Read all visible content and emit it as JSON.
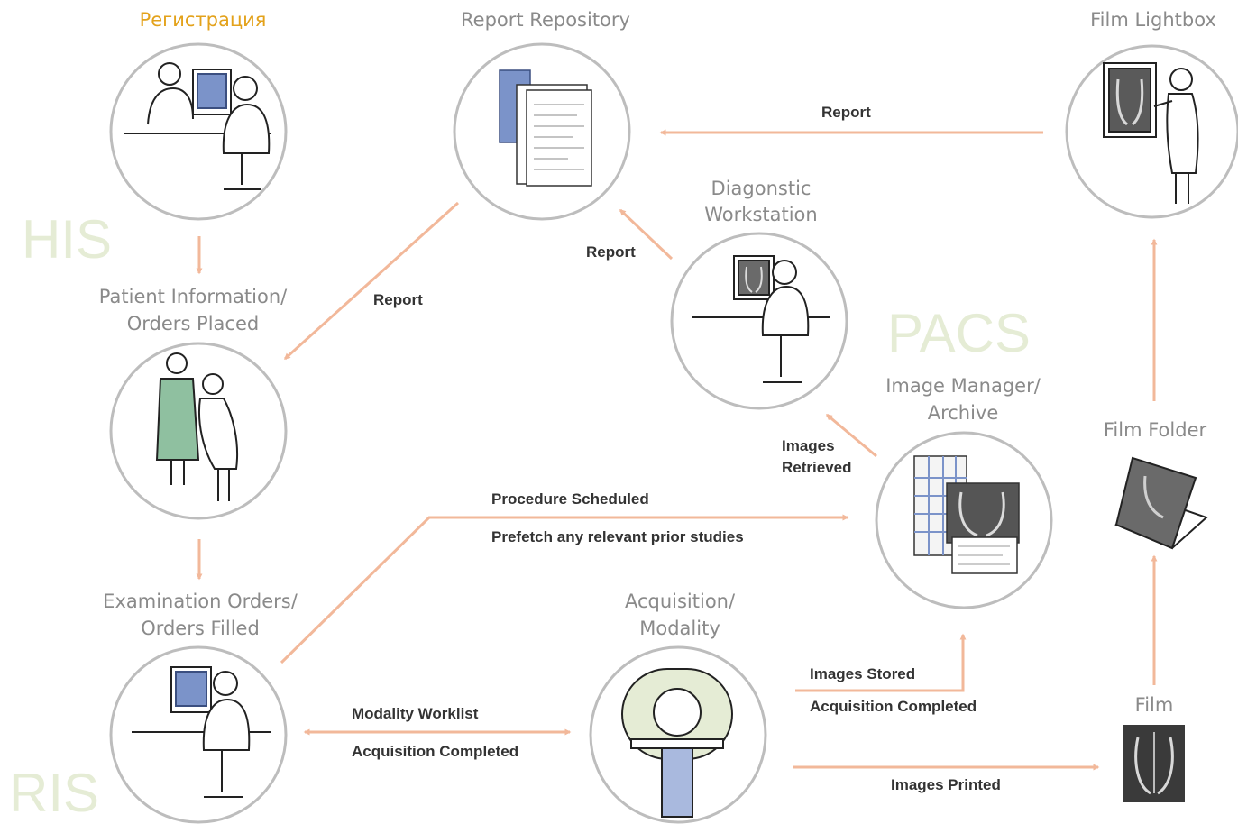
{
  "colors": {
    "arrow": "#f2b89a",
    "circle": "#bdbdbd",
    "node_label": "#8a8a8a",
    "accent": "#e3a21b",
    "system_label": "#e5ecd5",
    "edge_label": "#333333"
  },
  "systems": {
    "his": "HIS",
    "pacs": "PACS",
    "ris": "RIS"
  },
  "nodes": {
    "registration": {
      "label": "Регистрация",
      "icon": "registration-desk-icon"
    },
    "report_repository": {
      "label": "Report Repository",
      "icon": "report-documents-icon"
    },
    "film_lightbox": {
      "label": "Film Lightbox",
      "icon": "lightbox-viewer-icon"
    },
    "diagnostic_workstation": {
      "label_line1": "Diagonstic",
      "label_line2": "Workstation",
      "icon": "workstation-icon"
    },
    "patient_information": {
      "label_line1": "Patient Information/",
      "label_line2": "Orders Placed",
      "icon": "patient-nurse-icon"
    },
    "image_manager": {
      "label_line1": "Image Manager/",
      "label_line2": "Archive",
      "icon": "image-archive-icon"
    },
    "film_folder": {
      "label": "Film Folder",
      "icon": "film-folder-icon"
    },
    "examination_orders": {
      "label_line1": "Examination Orders/",
      "label_line2": "Orders Filled",
      "icon": "ris-workstation-icon"
    },
    "acquisition": {
      "label_line1": "Acquisition/",
      "label_line2": "Modality",
      "icon": "ct-scanner-icon"
    },
    "film": {
      "label": "Film",
      "icon": "xray-film-icon"
    }
  },
  "edges": {
    "report_from_lightbox": "Report",
    "report_from_workstation": "Report",
    "report_to_patient": "Report",
    "procedure_scheduled": "Procedure Scheduled",
    "prefetch": "Prefetch any relevant prior studies",
    "images_retrieved_1": "Images",
    "images_retrieved_2": "Retrieved",
    "modality_worklist": "Modality Worklist",
    "acquisition_completed_ris": "Acquisition Completed",
    "images_stored": "Images Stored",
    "acquisition_completed_pacs": "Acquisition Completed",
    "images_printed": "Images Printed"
  }
}
